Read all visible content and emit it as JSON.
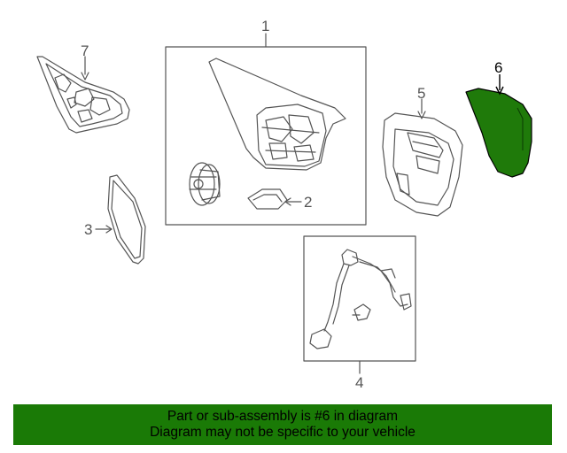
{
  "diagram": {
    "callouts": {
      "c1": "1",
      "c2": "2",
      "c3": "3",
      "c4": "4",
      "c5": "5",
      "c6": "6",
      "c7": "7"
    },
    "highlight_color": "#1f7a0a",
    "line_color": "#555555"
  },
  "banner": {
    "line1": "Part or sub-assembly is #6 in diagram",
    "line2": "Diagram may not be specific to your vehicle",
    "color": "#1a7a06"
  }
}
